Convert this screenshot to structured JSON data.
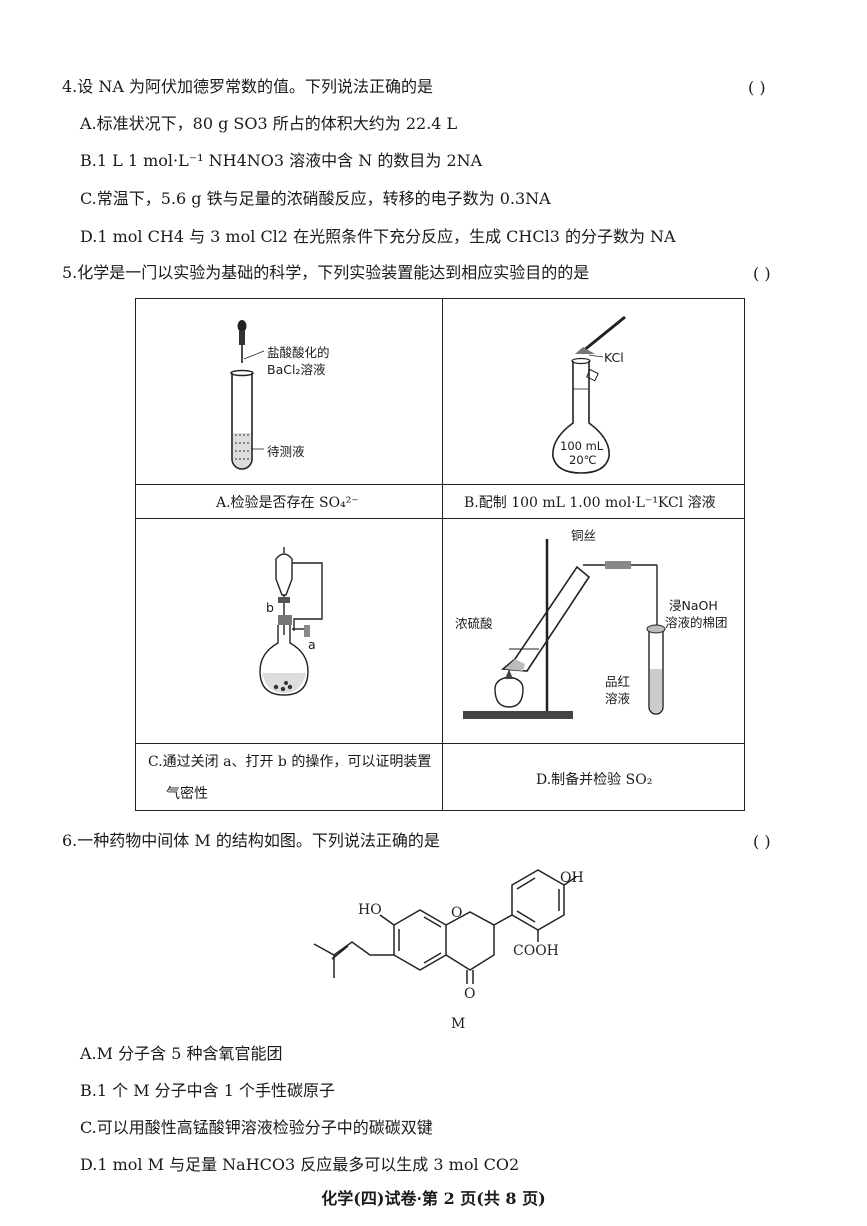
{
  "q4": {
    "stem": "4.设 NA 为阿伏加德罗常数的值。下列说法正确的是",
    "paren": "(     )",
    "A": "A.标准状况下，80 g SO3 所占的体积大约为 22.4 L",
    "B": "B.1 L 1 mol·L⁻¹ NH4NO3 溶液中含 N 的数目为 2NA",
    "C": "C.常温下，5.6 g 铁与足量的浓硝酸反应，转移的电子数为 0.3NA",
    "D": "D.1 mol CH4 与 3 mol Cl2 在光照条件下充分反应，生成 CHCl3 的分子数为 NA"
  },
  "q5": {
    "stem": "5.化学是一门以实验为基础的科学，下列实验装置能达到相应实验目的的是",
    "paren": "(     )",
    "A": {
      "caption": "A.检验是否存在 SO₄²⁻",
      "label_reagent_1": "盐酸酸化的",
      "label_reagent_2": "BaCl₂溶液",
      "label_sample": "待测液"
    },
    "B": {
      "caption": "B.配制 100 mL 1.00 mol·L⁻¹KCl 溶液",
      "label_kcl": "KCl",
      "flask_text_1": "100 mL",
      "flask_text_2": "20℃"
    },
    "C": {
      "caption_1": "C.通过关闭 a、打开 b 的操作，可以证明装置",
      "caption_2": "气密性",
      "label_a": "a",
      "label_b": "b"
    },
    "D": {
      "caption": "D.制备并检验 SO₂",
      "label_cu": "铜丝",
      "label_acid": "浓硫酸",
      "label_naoh_1": "浸NaOH",
      "label_naoh_2": "溶液的棉团",
      "label_pin_1": "品红",
      "label_pin_2": "溶液"
    }
  },
  "q6": {
    "stem": "6.一种药物中间体 M 的结构如图。下列说法正确的是",
    "paren": "(     )",
    "structure": {
      "oh_top": "OH",
      "ho_left": "HO",
      "ring_o": "O",
      "cooh": "COOH",
      "carbonyl_o": "O",
      "name": "M"
    },
    "A": "A.M 分子含 5 种含氧官能团",
    "B": "B.1 个 M 分子中含 1 个手性碳原子",
    "C": "C.可以用酸性高锰酸钾溶液检验分子中的碳碳双键",
    "D": "D.1 mol M 与足量 NaHCO3 反应最多可以生成 3 mol CO2"
  },
  "footer": "化学(四)试卷·第 2 页(共 8 页)"
}
